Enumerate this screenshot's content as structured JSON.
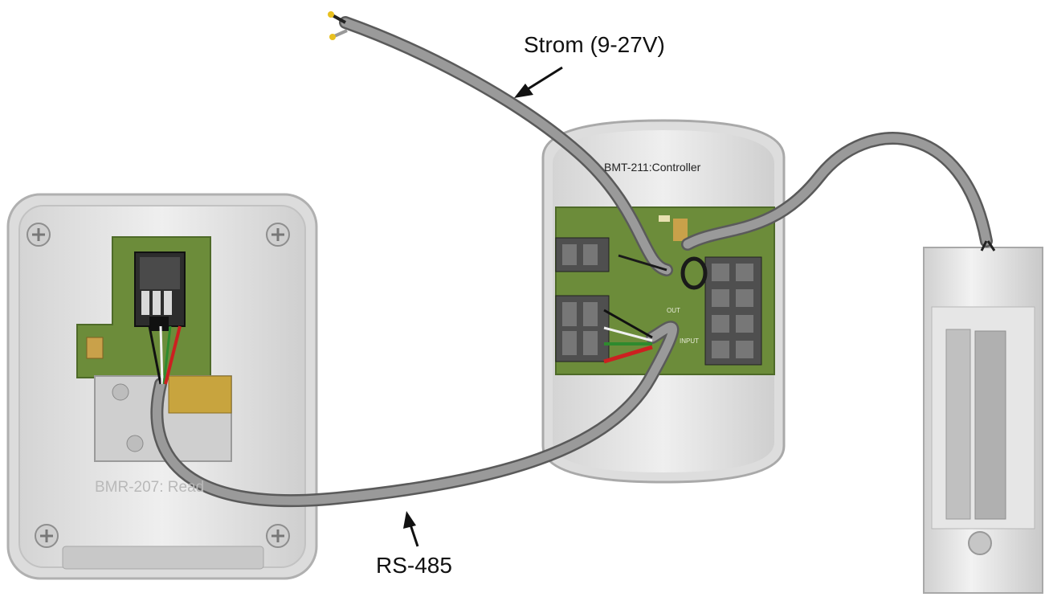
{
  "labels": {
    "power": "Strom (9-27V)",
    "rs485": "RS-485",
    "controller": "BMT-211:Controller",
    "reader": "BMR-207: Read",
    "terminal_1": "OUT",
    "terminal_2": "INPUT"
  },
  "colors": {
    "housing": "#e4e4e4",
    "housing_edge": "#b5b5b5",
    "pcb": "#6c8c3a",
    "cable": "#8a8a8a",
    "cable_edge": "#5a5a5a",
    "wire_red": "#cc2020",
    "wire_green": "#2e8a2e",
    "wire_tip": "#e8c020",
    "terminal": "#4a4a4a",
    "arrow": "#111111"
  },
  "icons": [
    "screw-icon",
    "terminal-block-icon",
    "arrow-icon"
  ]
}
